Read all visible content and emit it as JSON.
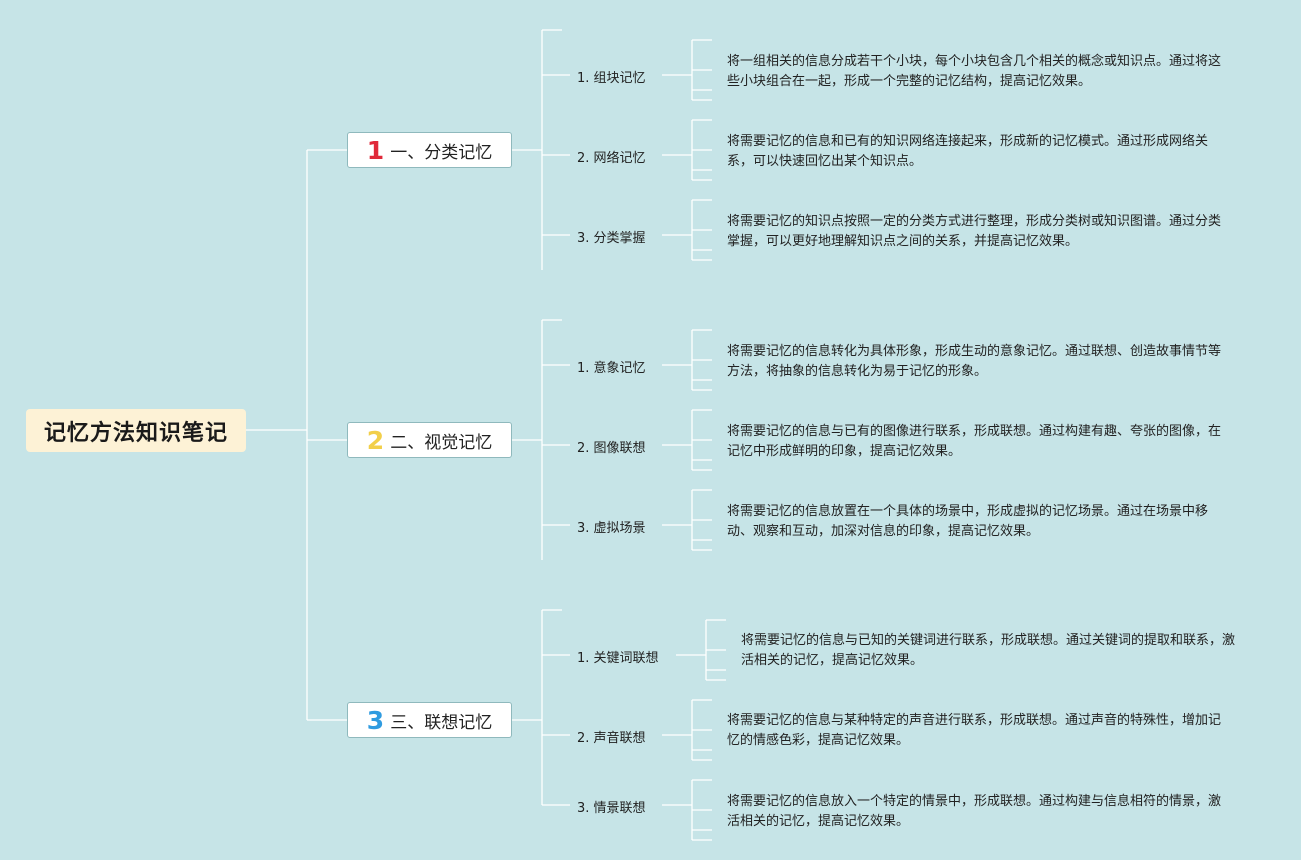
{
  "root": {
    "title": "记忆方法知识笔记"
  },
  "colors": {
    "background": "#c6e4e7",
    "line": "#ffffff",
    "root_bg": "#fdf2d6",
    "num1": "#e0293a",
    "num2": "#f2cf4a",
    "num3": "#2f9be0"
  },
  "branches": [
    {
      "num": "1",
      "label": "一、分类记忆",
      "items": [
        {
          "label": "1. 组块记忆",
          "desc": "将一组相关的信息分成若干个小块，每个小块包含几个相关的概念或知识点。通过将这些小块组合在一起，形成一个完整的记忆结构，提高记忆效果。"
        },
        {
          "label": "2. 网络记忆",
          "desc": "将需要记忆的信息和已有的知识网络连接起来，形成新的记忆模式。通过形成网络关系，可以快速回忆出某个知识点。"
        },
        {
          "label": "3. 分类掌握",
          "desc": "将需要记忆的知识点按照一定的分类方式进行整理，形成分类树或知识图谱。通过分类掌握，可以更好地理解知识点之间的关系，并提高记忆效果。"
        }
      ]
    },
    {
      "num": "2",
      "label": "二、视觉记忆",
      "items": [
        {
          "label": "1. 意象记忆",
          "desc": "将需要记忆的信息转化为具体形象，形成生动的意象记忆。通过联想、创造故事情节等方法，将抽象的信息转化为易于记忆的形象。"
        },
        {
          "label": "2. 图像联想",
          "desc": "将需要记忆的信息与已有的图像进行联系，形成联想。通过构建有趣、夸张的图像，在记忆中形成鲜明的印象，提高记忆效果。"
        },
        {
          "label": "3. 虚拟场景",
          "desc": "将需要记忆的信息放置在一个具体的场景中，形成虚拟的记忆场景。通过在场景中移动、观察和互动，加深对信息的印象，提高记忆效果。"
        }
      ]
    },
    {
      "num": "3",
      "label": "三、联想记忆",
      "items": [
        {
          "label": "1. 关键词联想",
          "desc": "将需要记忆的信息与已知的关键词进行联系，形成联想。通过关键词的提取和联系，激活相关的记忆，提高记忆效果。"
        },
        {
          "label": "2. 声音联想",
          "desc": "将需要记忆的信息与某种特定的声音进行联系，形成联想。通过声音的特殊性，增加记忆的情感色彩，提高记忆效果。"
        },
        {
          "label": "3. 情景联想",
          "desc": "将需要记忆的信息放入一个特定的情景中，形成联想。通过构建与信息相符的情景，激活相关的记忆，提高记忆效果。"
        }
      ]
    }
  ]
}
